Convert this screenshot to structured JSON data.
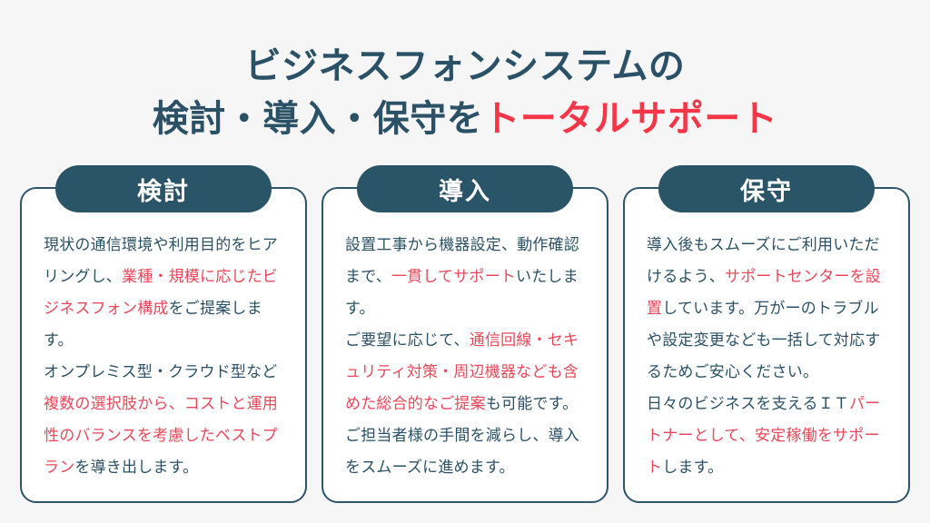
{
  "colors": {
    "background": "#f6f6f6",
    "dark_navy": "#2b5166",
    "pill_fill": "#2a5468",
    "card_border": "#2f5569",
    "title_accent_red": "#f43648",
    "body_accent_red": "#e8485a",
    "card_fill": "#ffffff"
  },
  "heading": {
    "line1": "ビジネスフォンシステムの",
    "line2_dark": "検討・導入・保守を",
    "line2_accent": "トータルサポート"
  },
  "cards": [
    {
      "title": "検討",
      "paragraphs": [
        [
          {
            "text": "現状の通信環境や利用目的をヒアリングし、",
            "accent": false
          },
          {
            "text": "業種・規模に応じたビジネスフォン構成",
            "accent": true
          },
          {
            "text": "をご提案します。",
            "accent": false
          }
        ],
        [
          {
            "text": "オンプレミス型・クラウド型など",
            "accent": false
          },
          {
            "text": "複数の選択肢から、コストと運用性のバランスを考慮したベストプラン",
            "accent": true
          },
          {
            "text": "を導き出します。",
            "accent": false
          }
        ]
      ]
    },
    {
      "title": "導入",
      "paragraphs": [
        [
          {
            "text": "設置工事から機器設定、動作確認まで、",
            "accent": false
          },
          {
            "text": "一貫してサポート",
            "accent": true
          },
          {
            "text": "いたします。",
            "accent": false
          }
        ],
        [
          {
            "text": "ご要望に応じて、",
            "accent": false
          },
          {
            "text": "通信回線・セキュリティ対策・周辺機器なども含めた総合的なご提案",
            "accent": true
          },
          {
            "text": "も可能です。ご担当者様の手間を減らし、導入をスムーズに進めます。",
            "accent": false
          }
        ]
      ]
    },
    {
      "title": "保守",
      "paragraphs": [
        [
          {
            "text": "導入後もスムーズにご利用いただけるよう、",
            "accent": false
          },
          {
            "text": "サポートセンターを設置",
            "accent": true
          },
          {
            "text": "しています。万がーのトラブルや設定変更なども一括して対応するためご安心ください。",
            "accent": false
          }
        ],
        [
          {
            "text": "日々のビジネスを支えるＩＴ",
            "accent": false
          },
          {
            "text": "パートナーとして、安定稼働をサポート",
            "accent": true
          },
          {
            "text": "します。",
            "accent": false
          }
        ]
      ]
    }
  ]
}
